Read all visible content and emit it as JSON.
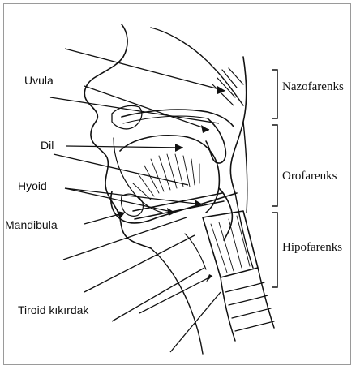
{
  "labels": {
    "uvula": "Uvula",
    "dil": "Dil",
    "hyoid": "Hyoid",
    "mandibula": "Mandibula",
    "tiroid": "Tiroid kıkırdak",
    "nazofarenks": "Nazofarenks",
    "orofarenks": "Orofarenks",
    "hipofarenks": "Hipofarenks"
  }
}
